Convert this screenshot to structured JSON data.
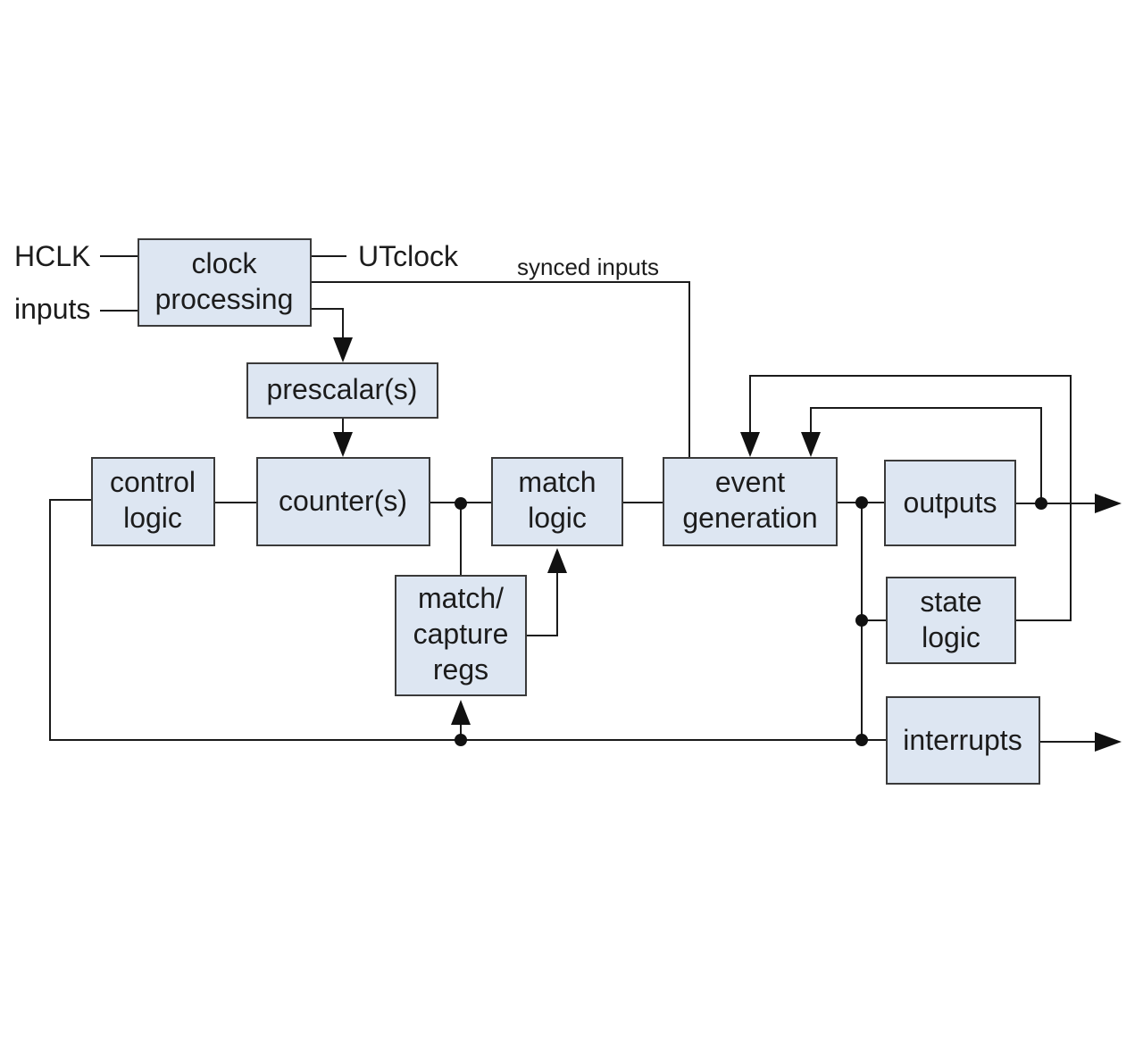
{
  "signals": {
    "hclk": "HCLK",
    "inputs": "inputs",
    "utclock": "UTclock",
    "synced_inputs": "synced inputs"
  },
  "blocks": {
    "clock_processing": [
      "clock",
      "processing"
    ],
    "prescalar": [
      "prescalar(s)"
    ],
    "control_logic": [
      "control",
      "logic"
    ],
    "counter": [
      "counter(s)"
    ],
    "match_logic": [
      "match",
      "logic"
    ],
    "match_capture_regs": [
      "match/",
      "capture",
      "regs"
    ],
    "event_generation": [
      "event",
      "generation"
    ],
    "outputs": [
      "outputs"
    ],
    "state_logic": [
      "state",
      "logic"
    ],
    "interrupts": [
      "interrupts"
    ]
  },
  "colors": {
    "block_fill": "#dde6f2",
    "block_stroke": "#3a3a3a",
    "line": "#1a1a1a"
  }
}
